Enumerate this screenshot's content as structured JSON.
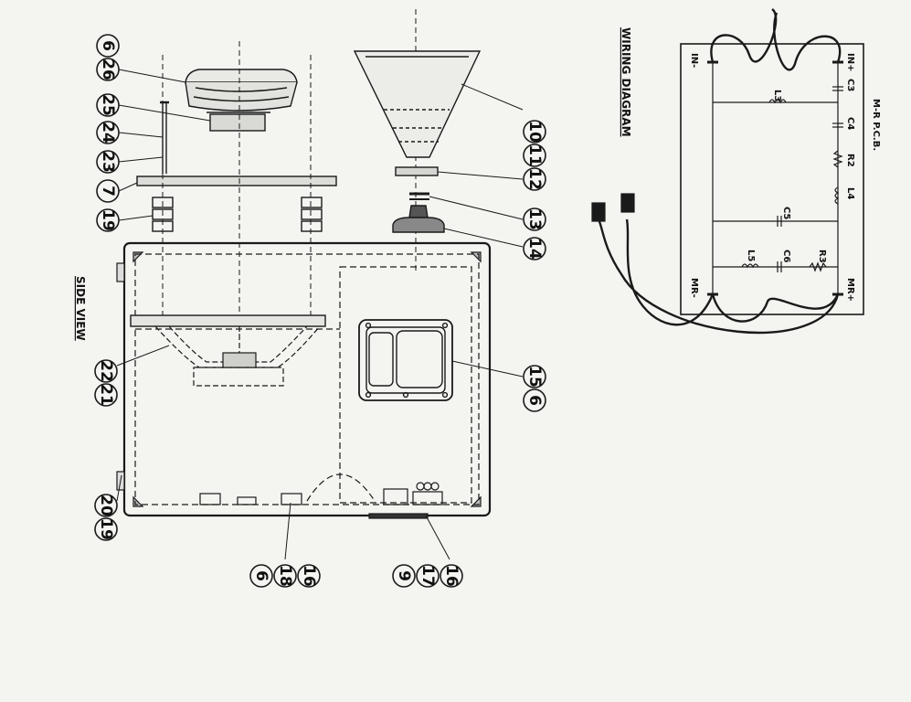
{
  "callouts": [
    {
      "id": "c6a",
      "label": "6"
    },
    {
      "id": "c26",
      "label": "26"
    },
    {
      "id": "c25",
      "label": "25"
    },
    {
      "id": "c24",
      "label": "24"
    },
    {
      "id": "c23",
      "label": "23"
    },
    {
      "id": "c7",
      "label": "7"
    },
    {
      "id": "c19a",
      "label": "19"
    },
    {
      "id": "c22",
      "label": "22"
    },
    {
      "id": "c21",
      "label": "21"
    },
    {
      "id": "c20",
      "label": "20"
    },
    {
      "id": "c19b",
      "label": "19"
    },
    {
      "id": "c6b",
      "label": "6"
    },
    {
      "id": "c18",
      "label": "18"
    },
    {
      "id": "c16a",
      "label": "16"
    },
    {
      "id": "c9",
      "label": "9"
    },
    {
      "id": "c17",
      "label": "17"
    },
    {
      "id": "c16b",
      "label": "16"
    },
    {
      "id": "c15",
      "label": "15"
    },
    {
      "id": "c6c",
      "label": "6"
    },
    {
      "id": "c14",
      "label": "14"
    },
    {
      "id": "c13",
      "label": "13"
    },
    {
      "id": "c12",
      "label": "12"
    },
    {
      "id": "c11",
      "label": "11"
    },
    {
      "id": "c10",
      "label": "10"
    }
  ],
  "side_view_title": "SIDE VIEW",
  "wiring": {
    "title": "WIRING DIAGRAM",
    "pcb_label": "M-R P.C.B.",
    "terminals": {
      "in_neg": "IN-",
      "in_pos": "IN+",
      "mr_neg": "MR-",
      "mr_pos": "MR+"
    },
    "components": {
      "c3": "C3",
      "c4": "C4",
      "r2": "R2",
      "l4": "L4",
      "l3": "L3",
      "c5": "C5",
      "l5": "L5",
      "c6": "C6",
      "r3": "R3"
    }
  },
  "colors": {
    "line": "#1a1a1a",
    "paper": "#f4f4f1"
  }
}
